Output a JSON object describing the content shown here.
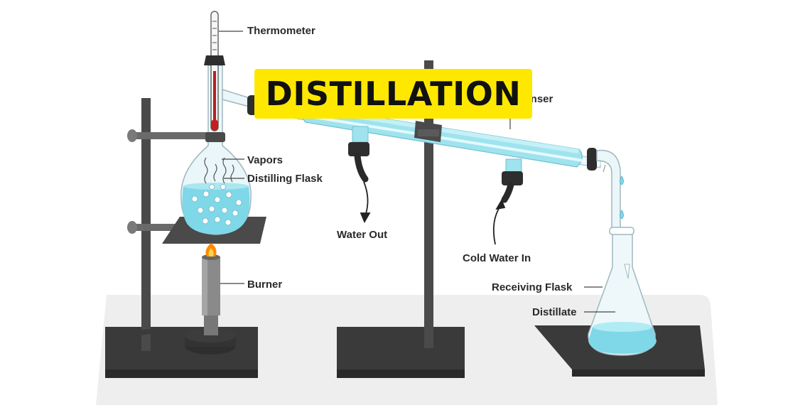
{
  "title": "DISTILLATION",
  "labels": {
    "thermometer": "Thermometer",
    "condenser": "Condenser",
    "vapors": "Vapors",
    "distilling_flask": "Distilling Flask",
    "burner": "Burner",
    "water_out": "Water Out",
    "cold_water_in": "Cold Water In",
    "receiving_flask": "Receiving Flask",
    "distillate": "Distillate"
  },
  "colors": {
    "title_background": "#ffe800",
    "liquid": "#7fd8e8",
    "glass": "#dff3f7",
    "stand": "#3a3a3a",
    "flame": "#ff8a00",
    "bench": "#eeeeee"
  }
}
